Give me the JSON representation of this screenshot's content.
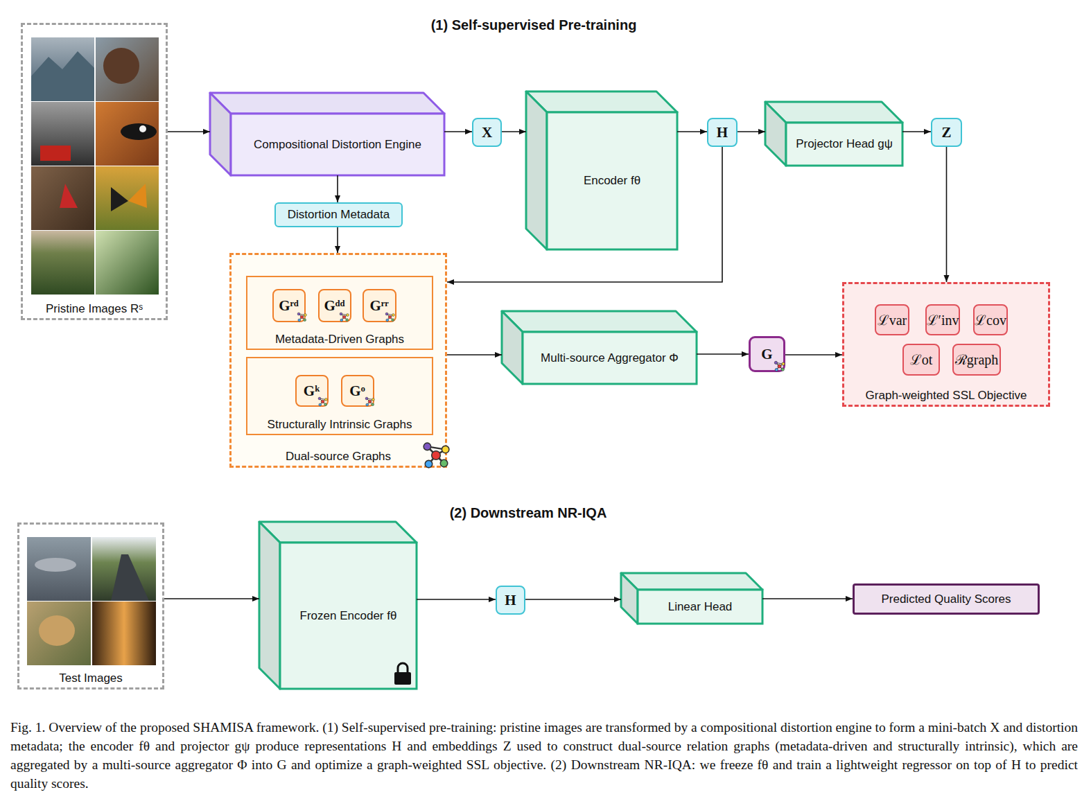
{
  "diagram": {
    "title": "(1) Self-supervised Pre-training",
    "caption": "Fig. 1. Overview of the proposed SHAMISA framework. (1) Self-supervised pre-training: pristine images are transformed by a compositional distortion engine to form a mini-batch X and distortion metadata; the encoder fθ and projector gψ produce representations H and embeddings Z used to construct dual-source relation graphs (metadata-driven and structurally intrinsic), which are aggregated by a multi-source aggregator Φ into G and optimize a graph-weighted SSL objective. (2) Downstream NR-IQA: we freeze fθ and train a lightweight regressor on top of H to predict quality scores.",
    "nodes": [
      {
        "text": [
          "Pristine Images Rˢ"
        ]
      },
      {
        "text": [
          "Compositional Distortion Engine"
        ]
      },
      {
        "text": [
          "X"
        ]
      },
      {
        "text": [
          "Encoder fθ"
        ]
      },
      {
        "text": [
          "H"
        ]
      },
      {
        "text": [
          "Projector Head gψ"
        ]
      },
      {
        "text": [
          "Z"
        ]
      },
      {
        "text": [
          "Distortion Metadata"
        ]
      },
      {
        "text": [
          "Dual-source Graphs"
        ]
      },
      {
        "text": [
          "Metadata-Driven Graphs"
        ],
        "in": 8
      },
      {
        "text": [
          "Gʳᵈ"
        ],
        "in": 9
      },
      {
        "text": [
          "Gᵈᵈ"
        ],
        "in": 9
      },
      {
        "text": [
          "Gʳʳ"
        ],
        "in": 9
      },
      {
        "text": [
          "Structurally Intrinsic Graphs"
        ],
        "in": 8
      },
      {
        "text": [
          "Gᵏ"
        ],
        "in": 13
      },
      {
        "text": [
          "Gᵒ"
        ],
        "in": 13
      },
      {
        "text": [
          "Multi-source Aggregator Φ"
        ]
      },
      {
        "text": [
          "G"
        ]
      },
      {
        "text": [
          "Graph-weighted SSL Objective"
        ]
      },
      {
        "text": [
          "ℒvar"
        ],
        "in": 18
      },
      {
        "text": [
          "ℒ′inv"
        ],
        "in": 18
      },
      {
        "text": [
          "ℒcov"
        ],
        "in": 18
      },
      {
        "text": [
          "ℒot"
        ],
        "in": 18
      },
      {
        "text": [
          "ℛgraph"
        ],
        "in": 18
      },
      {
        "text": [
          "Test Images"
        ]
      },
      {
        "text": [
          "Frozen Encoder fθ"
        ]
      },
      {
        "text": [
          "H"
        ]
      },
      {
        "text": [
          "Linear Head"
        ]
      },
      {
        "text": [
          "Predicted Quality Scores"
        ]
      }
    ],
    "edges": [
      {
        "from": 0,
        "to": 1,
        "arrow": "to"
      },
      {
        "from": 1,
        "to": 2,
        "arrow": "to"
      },
      {
        "from": 2,
        "to": 3,
        "arrow": "to"
      },
      {
        "from": 3,
        "to": 4,
        "arrow": "to"
      },
      {
        "from": 4,
        "to": 5,
        "arrow": "to"
      },
      {
        "from": 5,
        "to": 6,
        "arrow": "to"
      },
      {
        "from": 1,
        "to": 7,
        "arrow": "to"
      },
      {
        "from": 7,
        "to": 8,
        "arrow": "to"
      },
      {
        "from": 4,
        "to": 8,
        "arrow": "to"
      },
      {
        "from": 6,
        "to": 18,
        "arrow": "to"
      },
      {
        "from": 8,
        "to": 16,
        "arrow": "to"
      },
      {
        "from": 16,
        "to": 17,
        "arrow": "to"
      },
      {
        "from": 17,
        "to": 18,
        "arrow": "to"
      },
      {
        "from": 24,
        "to": 25,
        "arrow": "to"
      },
      {
        "from": 25,
        "to": 26,
        "arrow": "to"
      },
      {
        "from": 26,
        "to": 27,
        "arrow": "to"
      },
      {
        "from": 27,
        "to": 28,
        "arrow": "to"
      }
    ],
    "labels": [
      "(2) Downstream NR-IQA"
    ]
  }
}
